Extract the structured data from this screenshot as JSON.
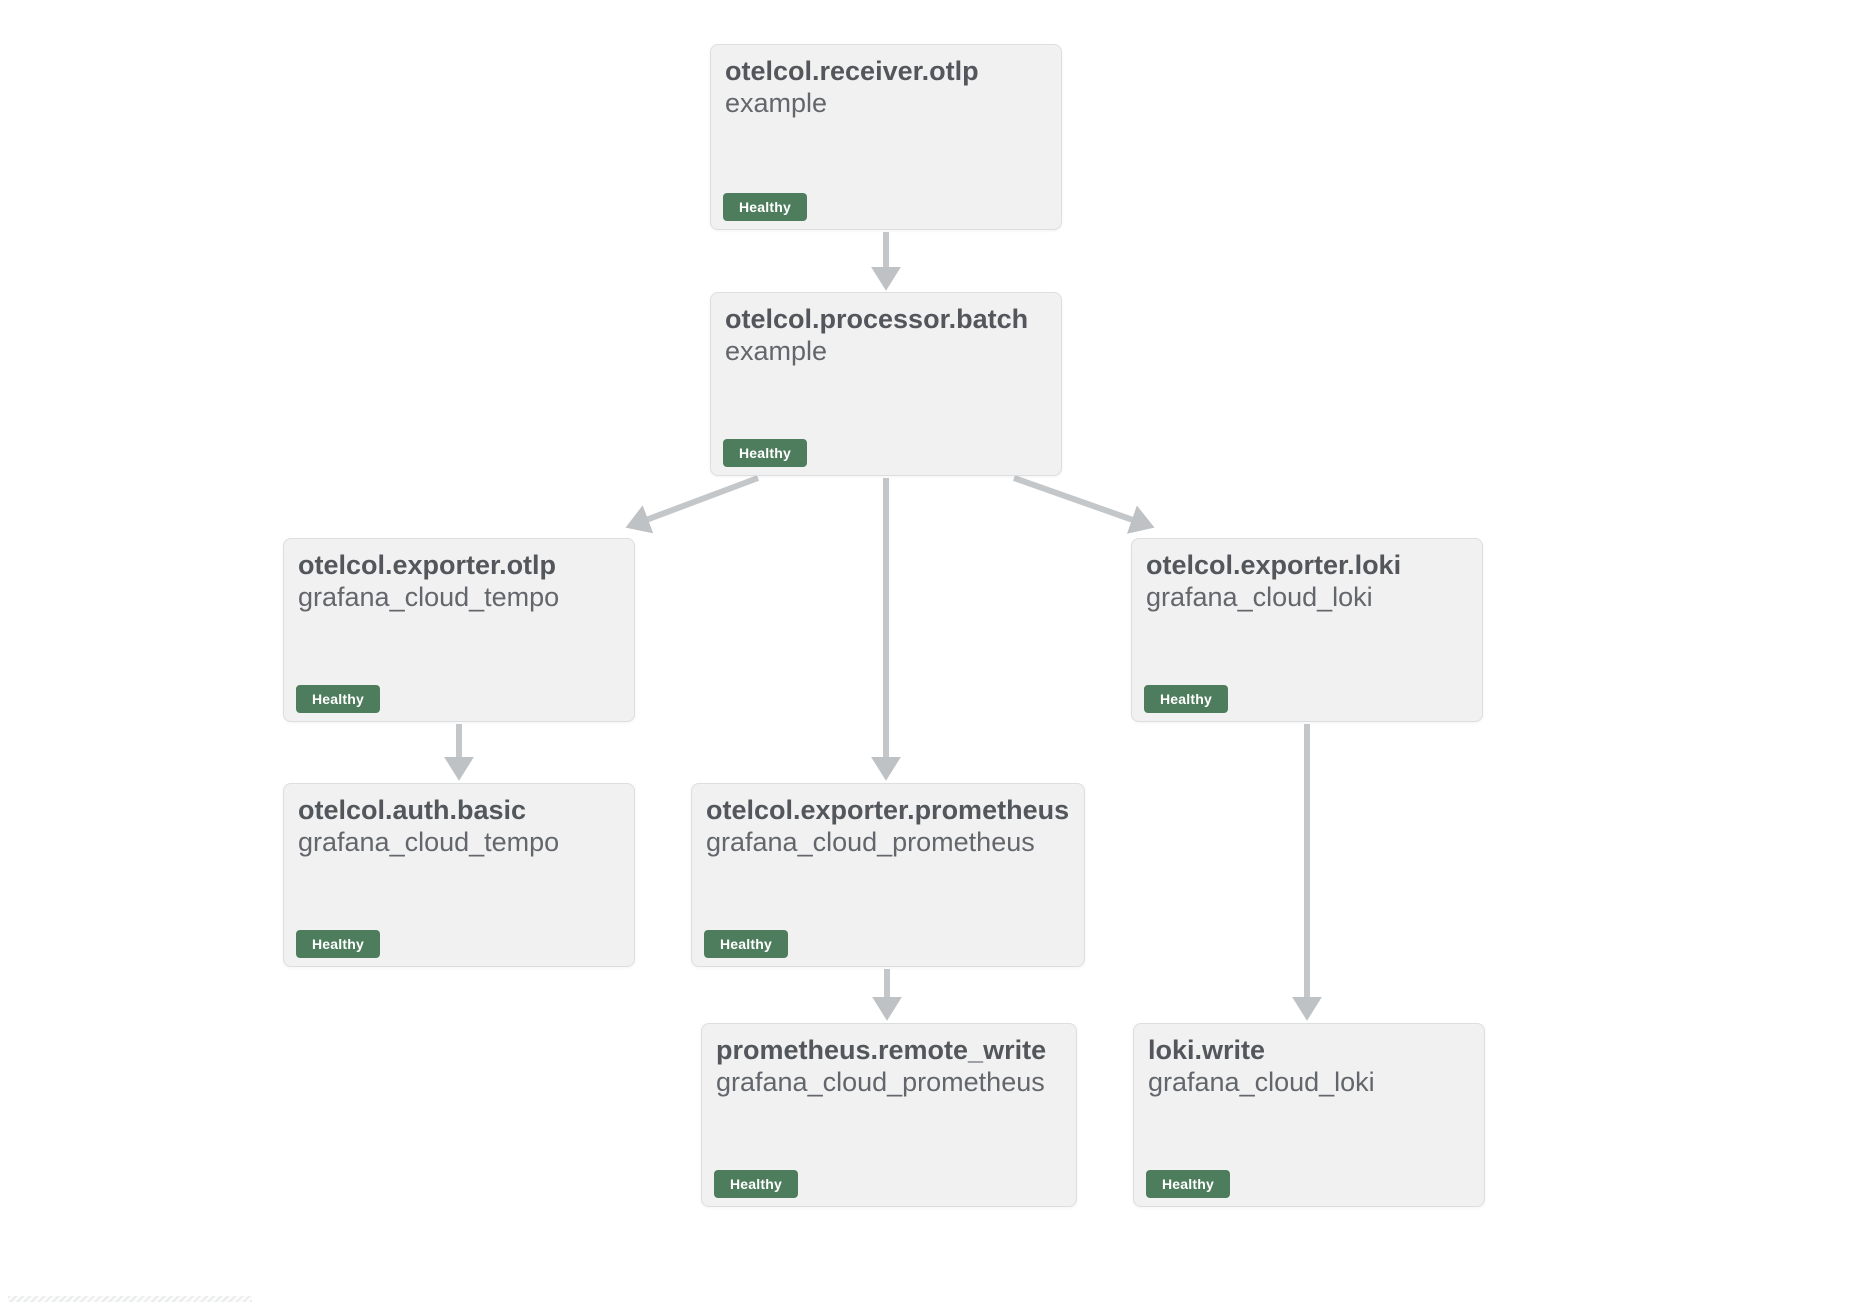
{
  "diagram": {
    "nodes": [
      {
        "id": "otelcol-receiver-otlp",
        "title": "otelcol.receiver.otlp",
        "subtitle": "example",
        "status": "Healthy"
      },
      {
        "id": "otelcol-processor-batch",
        "title": "otelcol.processor.batch",
        "subtitle": "example",
        "status": "Healthy"
      },
      {
        "id": "otelcol-exporter-otlp",
        "title": "otelcol.exporter.otlp",
        "subtitle": "grafana_cloud_tempo",
        "status": "Healthy"
      },
      {
        "id": "otelcol-exporter-loki",
        "title": "otelcol.exporter.loki",
        "subtitle": "grafana_cloud_loki",
        "status": "Healthy"
      },
      {
        "id": "otelcol-auth-basic",
        "title": "otelcol.auth.basic",
        "subtitle": "grafana_cloud_tempo",
        "status": "Healthy"
      },
      {
        "id": "otelcol-exporter-prometheus",
        "title": "otelcol.exporter.prometheus",
        "subtitle": "grafana_cloud_prometheus",
        "status": "Healthy"
      },
      {
        "id": "prometheus-remote-write",
        "title": "prometheus.remote_write",
        "subtitle": "grafana_cloud_prometheus",
        "status": "Healthy"
      },
      {
        "id": "loki-write",
        "title": "loki.write",
        "subtitle": "grafana_cloud_loki",
        "status": "Healthy"
      }
    ],
    "edges": [
      {
        "from": "otelcol-receiver-otlp",
        "to": "otelcol-processor-batch"
      },
      {
        "from": "otelcol-processor-batch",
        "to": "otelcol-exporter-otlp"
      },
      {
        "from": "otelcol-processor-batch",
        "to": "otelcol-exporter-prometheus"
      },
      {
        "from": "otelcol-processor-batch",
        "to": "otelcol-exporter-loki"
      },
      {
        "from": "otelcol-exporter-otlp",
        "to": "otelcol-auth-basic"
      },
      {
        "from": "otelcol-exporter-prometheus",
        "to": "prometheus-remote-write"
      },
      {
        "from": "otelcol-exporter-loki",
        "to": "loki-write"
      }
    ],
    "colors": {
      "healthy_badge": "#4e7d5e",
      "badge_text": "#ffffff",
      "node_background": "#f1f1f2",
      "node_border": "#dcdee0",
      "arrow": "#c4c7c9",
      "title_text": "#53575b",
      "subtitle_text": "#63676b",
      "page_background": "#ffffff"
    }
  }
}
